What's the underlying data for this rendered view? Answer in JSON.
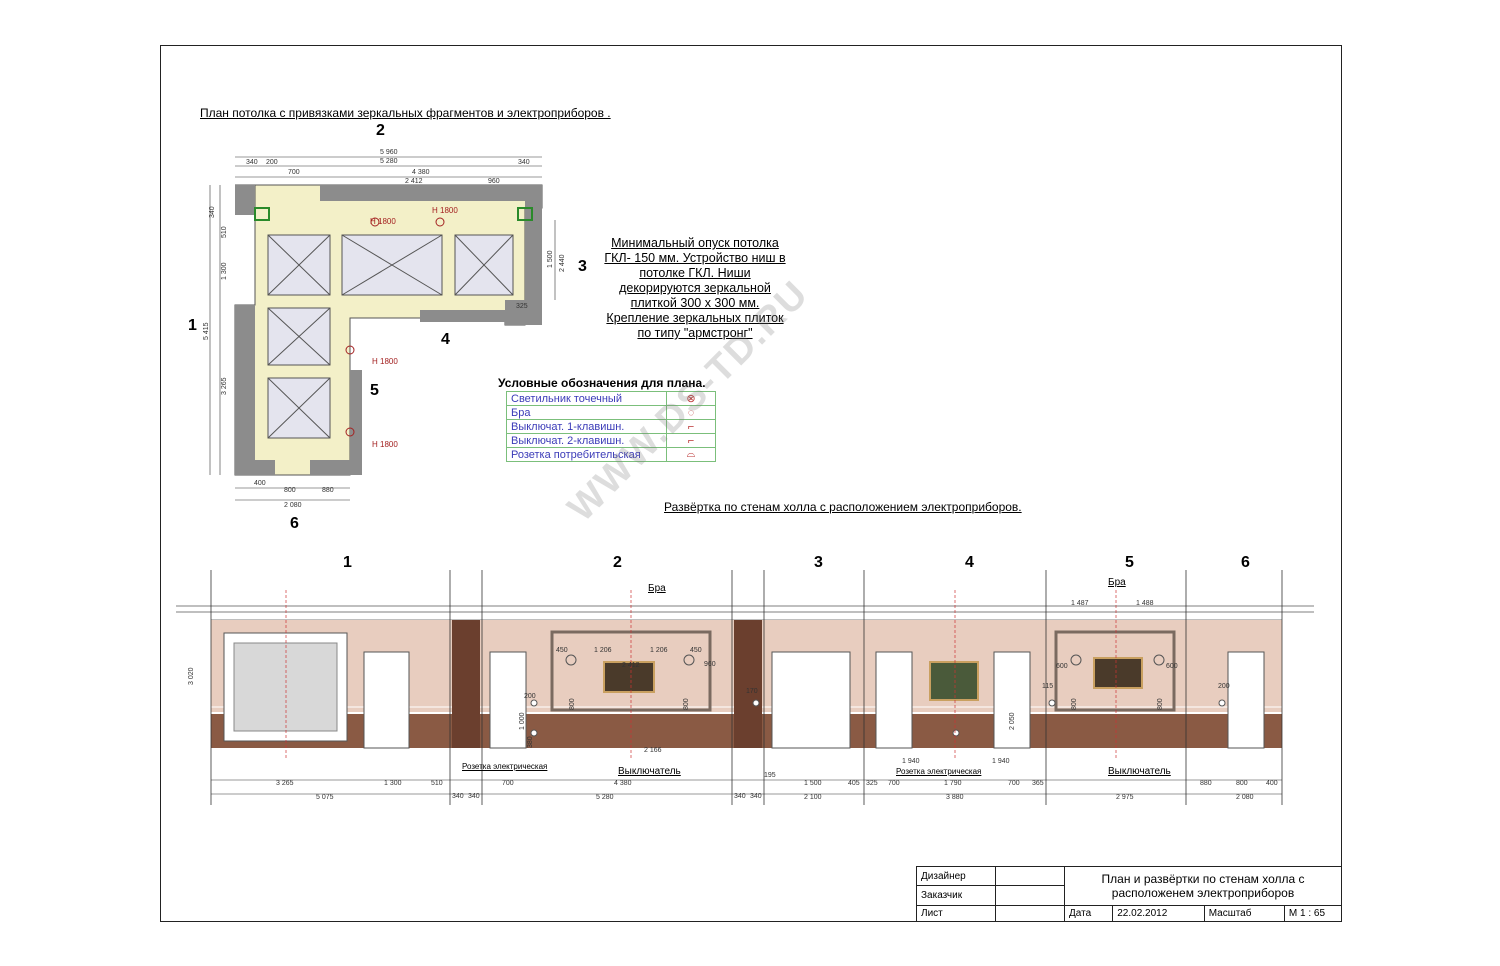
{
  "plan": {
    "title": "План потолка с привязками  зеркальных фрагментов и электроприборов .",
    "wall_labels": [
      "1",
      "2",
      "3",
      "4",
      "5",
      "6"
    ],
    "heights": [
      "H 1800",
      "H 1800",
      "H 1800",
      "H 1800"
    ],
    "note": "Минимальный опуск потолка ГКЛ- 150 мм. Устройство ниш в потолке ГКЛ. Ниши декорируются зеркальной плиткой   300 х 300 мм. Крепление зеркальных плиток   по типу \"армстронг\"",
    "dims_top": [
      "5 960",
      "5 280",
      "340",
      "200",
      "700",
      "4 380",
      "2 412",
      "960",
      "340"
    ],
    "dims_left": [
      "340",
      "510",
      "1 300",
      "5 415",
      "3 265"
    ],
    "dims_bottom": [
      "400",
      "800",
      "880",
      "2 080"
    ],
    "dims_right": [
      "1 500",
      "2 440",
      "325"
    ]
  },
  "legend": {
    "title": "Условные обозначения для плана.",
    "items": [
      {
        "label": "Светильник точечный",
        "symbol": "⊗"
      },
      {
        "label": "Бра",
        "symbol": "◌"
      },
      {
        "label": "Выключат. 1-клавишн.",
        "symbol": "⌐"
      },
      {
        "label": "Выключат. 2-клавишн.",
        "symbol": "⌐"
      },
      {
        "label": "Розетка потребительская",
        "symbol": "⌓"
      }
    ]
  },
  "elevation": {
    "title": "Развёртка по стенам холла с расположением электроприборов.",
    "wall_numbers": [
      "1",
      "2",
      "3",
      "4",
      "5",
      "6"
    ],
    "labels": {
      "bra_1": "Бра",
      "bra_2": "Бра",
      "switch_1": "Выключатель",
      "switch_2": "Выключатель",
      "socket_1": "Розетка электрическая",
      "socket_2": "Розетка электрическая"
    },
    "dims_bottom_1": [
      "3 265",
      "1 300",
      "510",
      "340",
      "340",
      "700",
      "2 166",
      "4 380",
      "340",
      "340",
      "195",
      "1 500",
      "405",
      "325",
      "700",
      "1 790",
      "700",
      "365",
      "880",
      "800",
      "400"
    ],
    "dims_bottom_2": [
      "5 075",
      "5 280",
      "2 100",
      "3 880",
      "2 975",
      "2 080"
    ],
    "dims_misc": [
      "3 020",
      "1 487",
      "1 488",
      "450",
      "1 206",
      "1 206",
      "450",
      "960",
      "2 412",
      "800",
      "800",
      "170",
      "1 000",
      "380",
      "200",
      "1 940",
      "1 940",
      "2 050",
      "600",
      "600",
      "800",
      "800",
      "115",
      "200"
    ]
  },
  "stamp": {
    "designer_label": "Дизайнер",
    "customer_label": "Заказчик",
    "sheet_label": "Лист",
    "title": "План и развёртки  по стенам холла с расположенем электроприборов",
    "date_label": "Дата",
    "date_value": "22.02.2012",
    "scale_label": "Масштаб",
    "scale_value": "М 1 : 65"
  },
  "watermark": "WWW.DS-TD.RU",
  "colors": {
    "wall_fill": "#8c8c8c",
    "floor_fill": "#f3f0c8",
    "wall_upper": "#e8cdbf",
    "wall_lower": "#8a5a44",
    "dim_red": "#a32020"
  }
}
